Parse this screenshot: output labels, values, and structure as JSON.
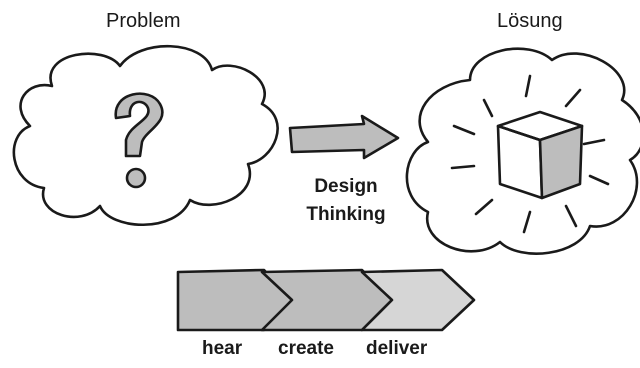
{
  "labels": {
    "problem": "Problem",
    "solution": "Lösung",
    "method_line1": "Design",
    "method_line2": "Thinking"
  },
  "steps": [
    "hear",
    "create",
    "deliver"
  ],
  "icons": {
    "problem": "question-mark-icon",
    "solution": "cube-icon"
  },
  "colors": {
    "ink": "#1a1a1a",
    "fill_gray": "#bdbdbd",
    "fill_light": "#d6d6d6"
  }
}
